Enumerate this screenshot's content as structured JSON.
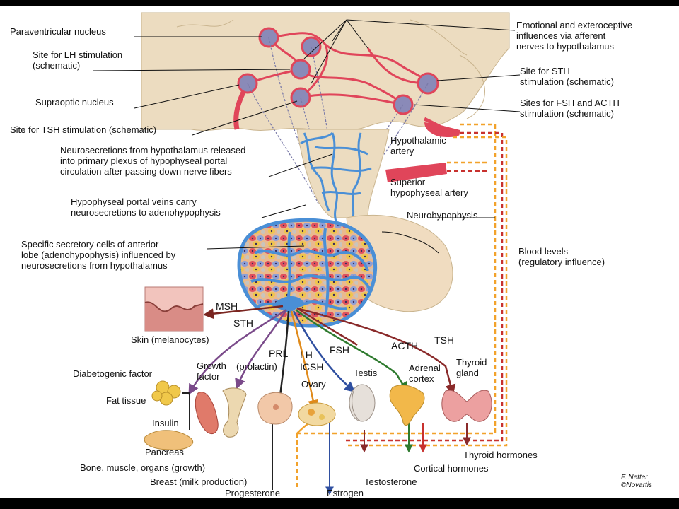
{
  "labels": {
    "paraventricular": "Paraventricular nucleus",
    "lh_site": "Site for LH stimulation\n(schematic)",
    "supraoptic": "Supraoptic nucleus",
    "tsh_site": "Site for TSH stimulation (schematic)",
    "neurosecretions": "Neurosecretions from hypothalamus released\ninto primary plexus of hypophyseal portal\ncirculation after passing down nerve fibers",
    "portal_veins": "Hypophyseal portal veins carry\nneurosecretions to adenohypophysis",
    "secretory_cells": "Specific secretory cells of anterior\nlobe (adenohypophysis) influenced by\nneurosecretions from hypothalamus",
    "emotional": "Emotional and exteroceptive\ninfluences via afferent\nnerves to hypothalamus",
    "sth_site": "Site for STH\nstimulation (schematic)",
    "fsh_acth_site": "Sites for FSH and ACTH\nstimulation (schematic)",
    "hypothalamic_artery": "Hypothalamic\nartery",
    "superior_artery": "Superior\nhypophyseal artery",
    "neurohypophysis": "Neurohypophysis",
    "blood_levels": "Blood levels\n(regulatory influence)",
    "skin": "Skin (melanocytes)",
    "diabetogenic": "Diabetogenic factor",
    "fat_tissue": "Fat tissue",
    "insulin": "Insulin",
    "pancreas": "Pancreas",
    "bone_muscle": "Bone, muscle, organs (growth)",
    "breast": "Breast (milk production)",
    "progesterone": "Progesterone",
    "estrogen": "Estrogen",
    "testosterone": "Testosterone",
    "cortical": "Cortical hormones",
    "thyroid_hormones": "Thyroid hormones",
    "testis": "Testis",
    "ovary": "Ovary",
    "adrenal": "Adrenal\ncortex",
    "thyroid": "Thyroid\ngland"
  },
  "hormones": {
    "msh": "MSH",
    "sth": "STH",
    "growth": "Growth\nfactor",
    "prl": "PRL",
    "prolactin": "(prolactin)",
    "lh": "LH",
    "icsh": "ICSH",
    "fsh": "FSH",
    "acth": "ACTH",
    "tsh": "TSH"
  },
  "signature": "F. Netter\n©Novartis",
  "colors": {
    "background": "#ffffff",
    "hypothalamus": "#ecdcc0",
    "artery": "#e0455a",
    "portal_vein": "#4a8fd6",
    "pituitary_lobe": "#f0dcc0",
    "feedback_orange": "#f2a22b",
    "feedback_red": "#c8312e",
    "msh_arrow": "#7a2520",
    "sth_arrow": "#7a4a8a",
    "prl_arrow": "#222222",
    "lh_arrow": "#e08a1a",
    "fsh_arrow": "#2f4fa0",
    "acth_arrow": "#2e7a2e",
    "tsh_arrow": "#8a2a2a"
  }
}
